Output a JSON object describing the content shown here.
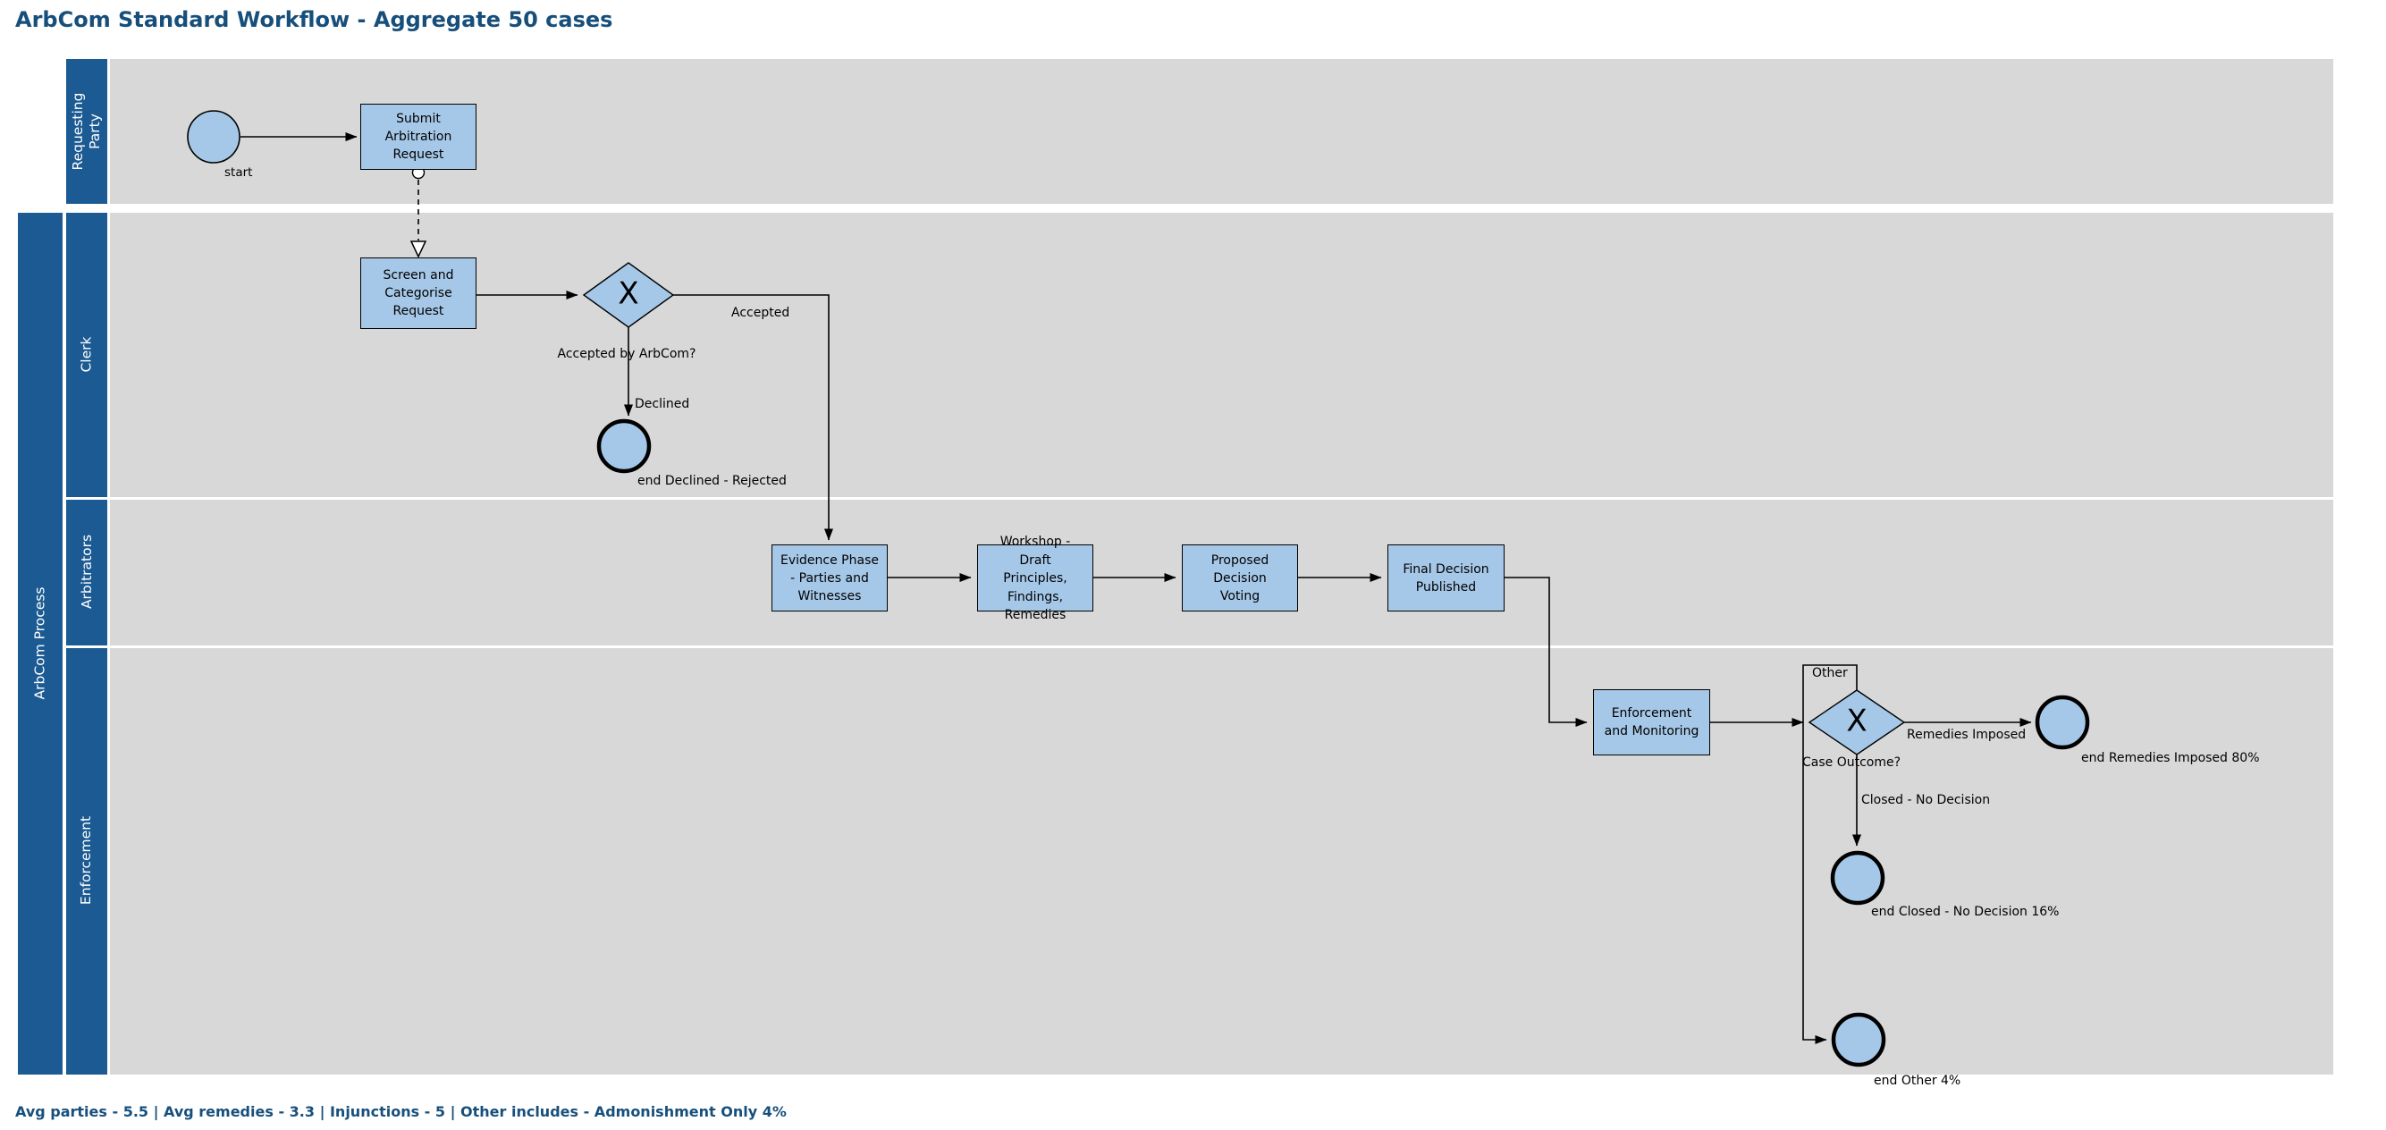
{
  "title": "ArbCom Standard Workflow - Aggregate 50 cases",
  "footer": "Avg parties - 5.5 | Avg remedies - 3.3 | Injunctions - 5 | Other includes - Admonishment Only 4%",
  "colors": {
    "lane_band": "#1b5a92",
    "lane_background": "#d8d8d8",
    "node_fill": "#a6c8e8",
    "node_border": "#000000",
    "heading_text": "#174f7c"
  },
  "pools": {
    "requesting_party": {
      "label": "Requesting\nParty"
    },
    "arbcom": {
      "label": "ArbCom Process",
      "lanes": {
        "clerk": "Clerk",
        "arbitrators": "Arbitrators",
        "enforcement": "Enforcement"
      }
    }
  },
  "nodes": {
    "start": {
      "type": "start-event",
      "label": "start"
    },
    "submit": {
      "type": "task",
      "label": "Submit\nArbitration\nRequest"
    },
    "screen": {
      "type": "task",
      "label": "Screen and\nCategorise\nRequest"
    },
    "gateway_accepted": {
      "type": "exclusive-gateway",
      "symbol": "X",
      "question": "Accepted by ArbCom?"
    },
    "end_declined": {
      "type": "end-event",
      "label": "end Declined - Rejected"
    },
    "evidence": {
      "type": "task",
      "label": "Evidence Phase\n- Parties and\nWitnesses"
    },
    "workshop": {
      "type": "task",
      "label": "Workshop -\nDraft\nPrinciples,\nFindings,\nRemedies"
    },
    "proposed": {
      "type": "task",
      "label": "Proposed\nDecision\nVoting"
    },
    "final_decision": {
      "type": "task",
      "label": "Final Decision\nPublished"
    },
    "enforcement": {
      "type": "task",
      "label": "Enforcement\nand Monitoring"
    },
    "gateway_outcome": {
      "type": "exclusive-gateway",
      "symbol": "X",
      "question": "Case Outcome?"
    },
    "end_remedies": {
      "type": "end-event",
      "label": "end Remedies Imposed 80%"
    },
    "end_closed": {
      "type": "end-event",
      "label": "end Closed - No Decision 16%"
    },
    "end_other": {
      "type": "end-event",
      "label": "end Other 4%"
    }
  },
  "edge_labels": {
    "accepted": "Accepted",
    "declined": "Declined",
    "remedies_imposed": "Remedies Imposed",
    "closed_no_decision": "Closed - No Decision",
    "other": "Other"
  }
}
